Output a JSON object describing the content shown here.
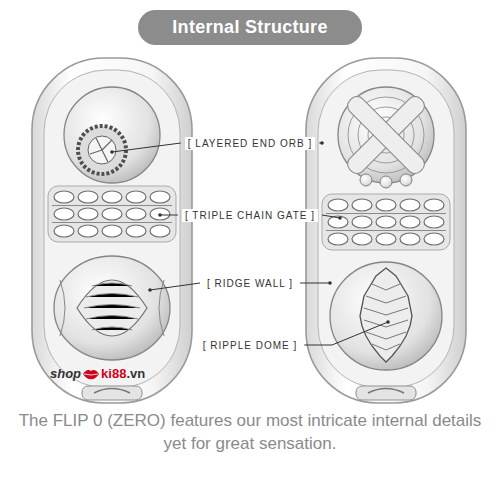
{
  "diagram": {
    "title": "Internal Structure",
    "caption": "The FLIP 0 (ZERO) features our most intricate internal details yet for great sensation.",
    "labels": [
      "[ LAYERED END ORB ]",
      "[ TRIPLE CHAIN GATE ]",
      "[ RIDGE WALL ]",
      "[ RIPPLE DOME ]",
      "shop",
      "ki88",
      ".vn"
    ]
  }
}
